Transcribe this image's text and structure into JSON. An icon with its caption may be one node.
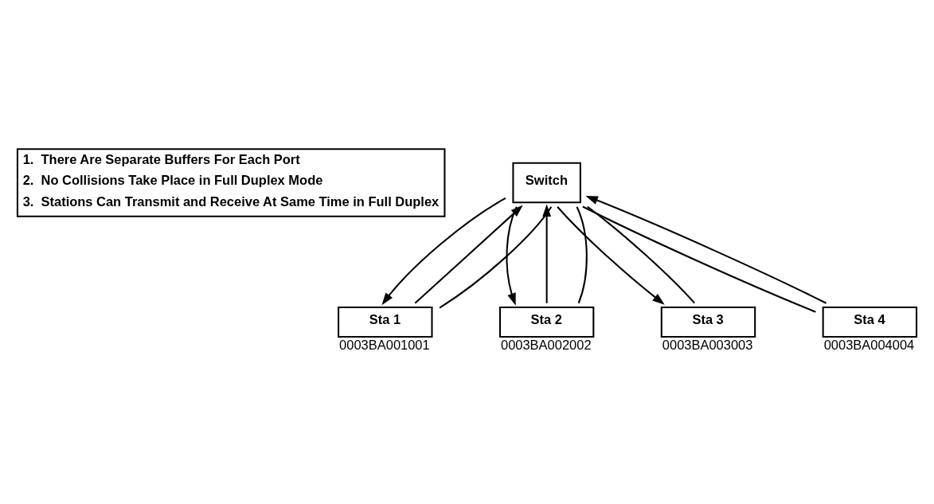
{
  "diagram": {
    "nodes": [
      {
        "text": [
          "1.  There Are Separate Buffers For Each Port",
          "2.  No Collisions Take Place in Full Duplex Mode",
          "3.  Stations Can Transmit and Receive At Same Time in Full Duplex"
        ]
      },
      {
        "text": [
          "Switch"
        ]
      },
      {
        "text": [
          "Sta 1"
        ],
        "beside": [
          "0003BA001001"
        ]
      },
      {
        "text": [
          "Sta 2"
        ],
        "beside": [
          "0003BA002002"
        ]
      },
      {
        "text": [
          "Sta 3"
        ],
        "beside": [
          "0003BA003003"
        ]
      },
      {
        "text": [
          "Sta 4"
        ],
        "beside": [
          "0003BA004004"
        ]
      }
    ],
    "edges": [
      {
        "from": 2,
        "to": 1,
        "arrow": "to"
      },
      {
        "from": 2,
        "to": 1,
        "arrow": "none"
      },
      {
        "from": 1,
        "to": 2,
        "arrow": "to"
      },
      {
        "from": 3,
        "to": 1,
        "arrow": "to"
      },
      {
        "from": 3,
        "to": 1,
        "arrow": "none"
      },
      {
        "from": 1,
        "to": 3,
        "arrow": "to"
      },
      {
        "from": 4,
        "to": 1,
        "arrow": "none"
      },
      {
        "from": 1,
        "to": 4,
        "arrow": "to"
      },
      {
        "from": 5,
        "to": 1,
        "arrow": "none"
      },
      {
        "from": 5,
        "to": 1,
        "arrow": "to"
      }
    ]
  }
}
